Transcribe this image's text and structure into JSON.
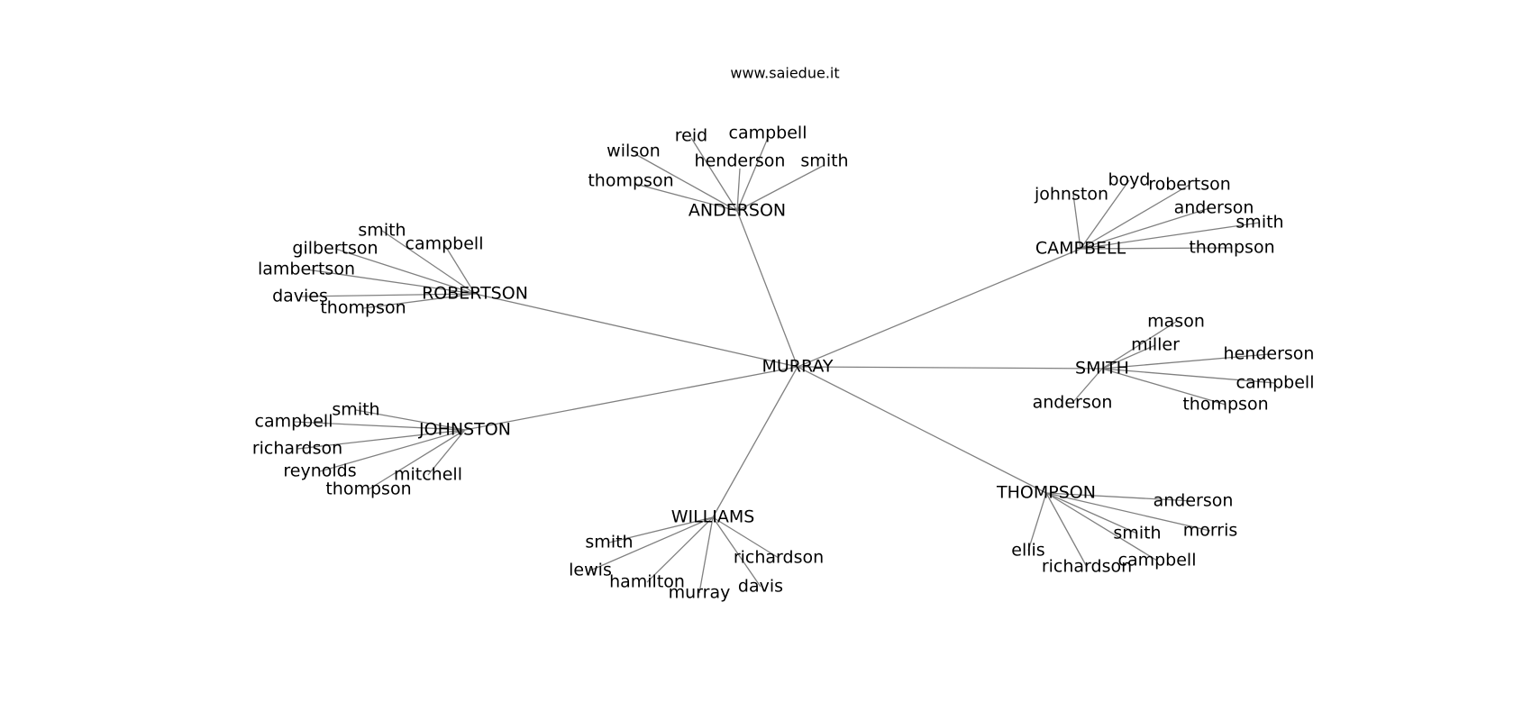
{
  "site_url": "www.saiedue.it",
  "colors": {
    "edge": "#808080",
    "text": "#000000",
    "background": "#ffffff"
  },
  "graph": {
    "root": "MURRAY",
    "clusters": [
      {
        "hub": "ANDERSON",
        "leaves": [
          "thompson",
          "wilson",
          "reid",
          "henderson",
          "campbell",
          "smith"
        ]
      },
      {
        "hub": "CAMPBELL",
        "leaves": [
          "johnston",
          "boyd",
          "robertson",
          "anderson",
          "smith",
          "thompson"
        ]
      },
      {
        "hub": "ROBERTSON",
        "leaves": [
          "smith",
          "gilbertson",
          "campbell",
          "lambertson",
          "davies",
          "thompson"
        ]
      },
      {
        "hub": "SMITH",
        "leaves": [
          "mason",
          "miller",
          "henderson",
          "campbell",
          "thompson",
          "anderson"
        ]
      },
      {
        "hub": "JOHNSTON",
        "leaves": [
          "smith",
          "campbell",
          "richardson",
          "reynolds",
          "thompson",
          "mitchell"
        ]
      },
      {
        "hub": "WILLIAMS",
        "leaves": [
          "smith",
          "lewis",
          "hamilton",
          "murray",
          "davis",
          "richardson"
        ]
      },
      {
        "hub": "THOMPSON",
        "leaves": [
          "anderson",
          "morris",
          "smith",
          "campbell",
          "richardson",
          "ellis"
        ]
      }
    ]
  }
}
